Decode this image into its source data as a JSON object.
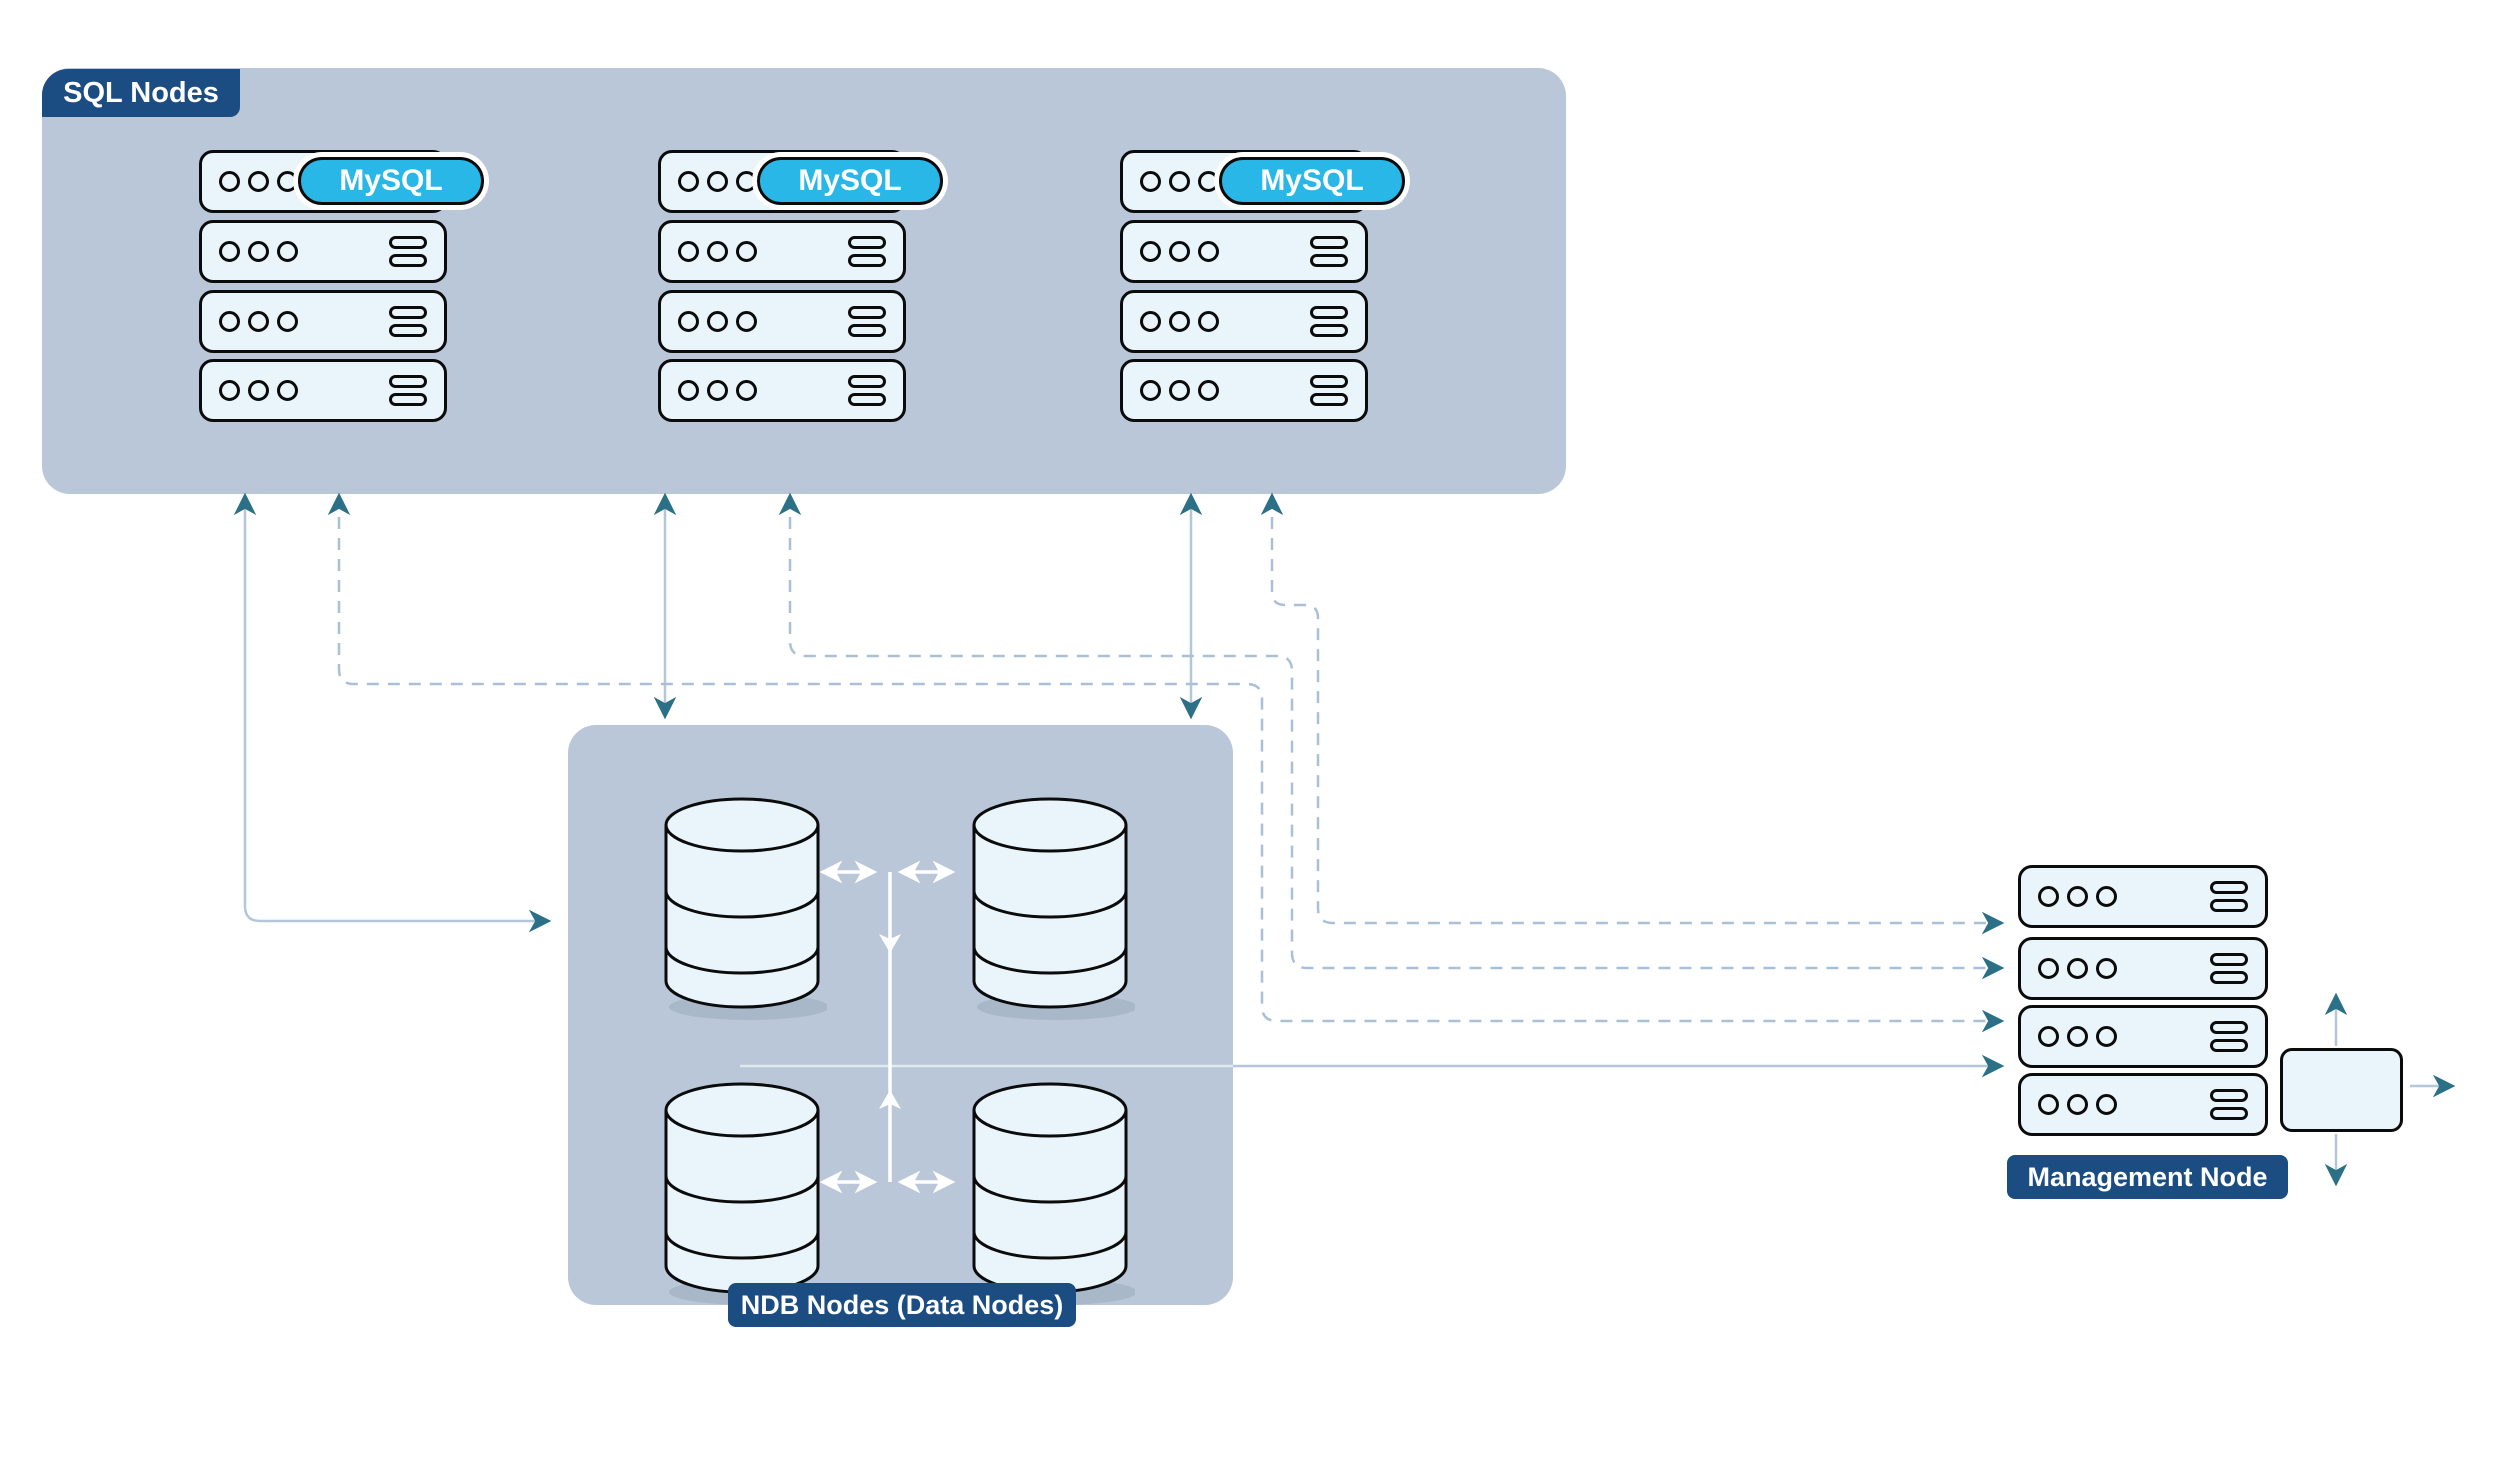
{
  "sql_section": {
    "label": "SQL Nodes",
    "groups": [
      {
        "badge": "MySQL",
        "servers": 4
      },
      {
        "badge": "MySQL",
        "servers": 4
      },
      {
        "badge": "MySQL",
        "servers": 4
      }
    ]
  },
  "ndb_section": {
    "label": "NDB Nodes (Data Nodes)",
    "cylinders": 4
  },
  "management_section": {
    "label": "Management Node",
    "servers": 4
  },
  "colors": {
    "panel_background": "#b9c7d8",
    "label_navy": "#1b4c82",
    "mysql_cyan": "#29b7e8",
    "server_fill": "#e9f4fb",
    "outline_black": "#0b0b0b",
    "line_solid": "#b4c7da",
    "line_dashed": "#a9c0d6",
    "arrowhead_teal": "#2b7086",
    "internal_arrow_white": "#ffffff",
    "cylinder_shadow": "#a8b8c9"
  }
}
